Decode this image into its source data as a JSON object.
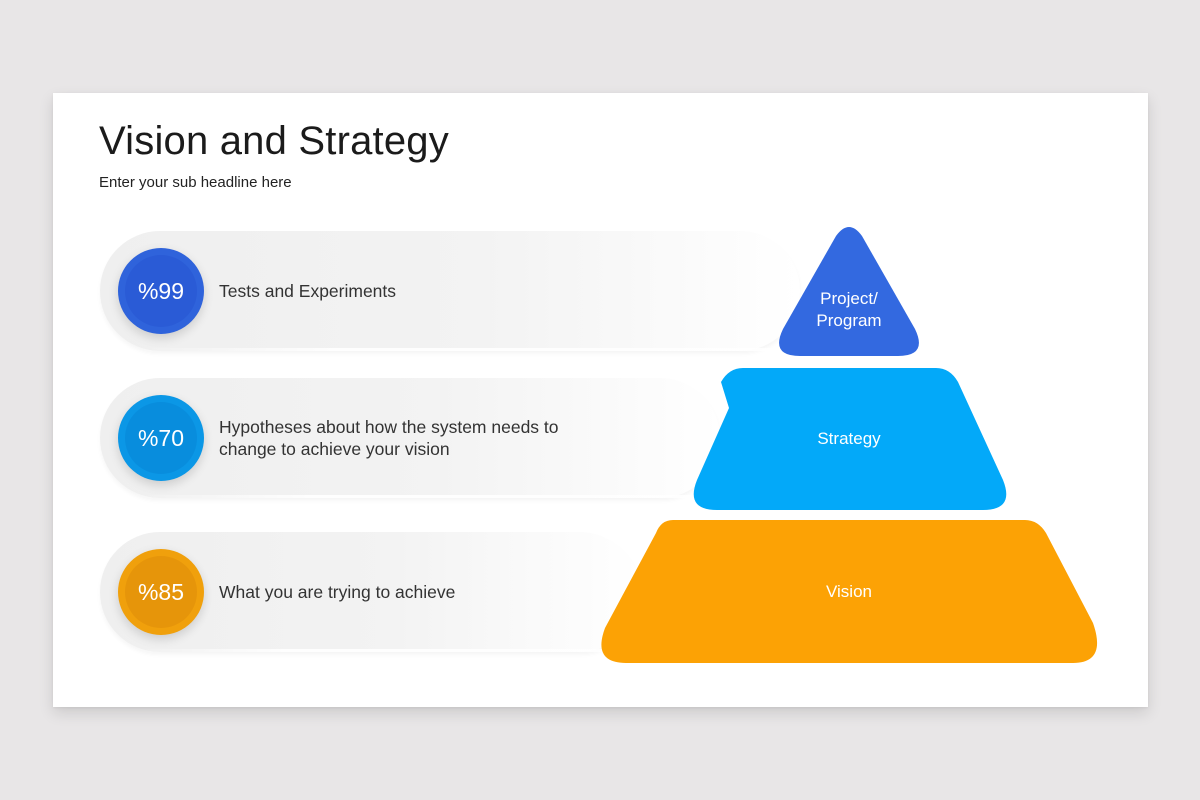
{
  "header": {
    "title": "Vision and Strategy",
    "subtitle": "Enter your sub headline here"
  },
  "items": [
    {
      "percent": "%99",
      "text": "Tests and Experiments",
      "color": "#2f63db",
      "inner_color": "#2556cf"
    },
    {
      "percent": "%70",
      "text": "Hypotheses about how the system needs to change to achieve your vision",
      "color": "#0b97e6",
      "inner_color": "#0585d4"
    },
    {
      "percent": "%85",
      "text": "What you are trying to achieve",
      "color": "#f0a00c",
      "inner_color": "#e08f06"
    }
  ],
  "pyramid": {
    "levels": [
      {
        "label": "Project/ Program",
        "line1": "Project/",
        "line2": "Program",
        "color": "#3369e0"
      },
      {
        "label": "Strategy",
        "color": "#03a9f9"
      },
      {
        "label": "Vision",
        "color": "#fca205"
      }
    ]
  }
}
